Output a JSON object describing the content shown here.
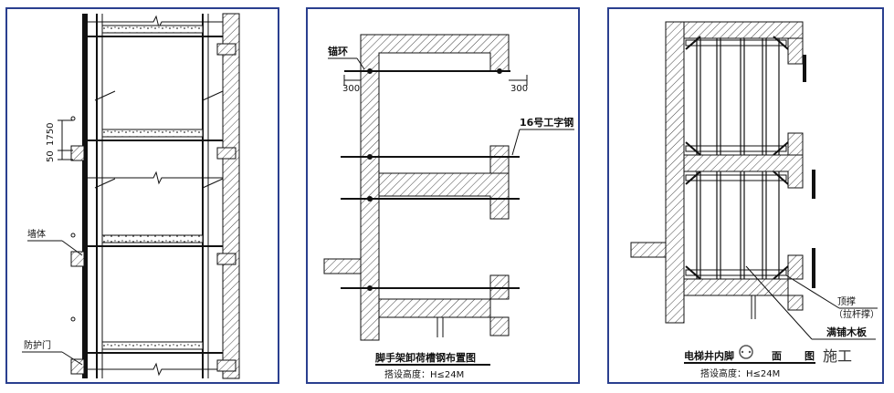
{
  "panel1": {
    "dim_labels": [
      "50",
      "1750"
    ],
    "label_wall": "墙体",
    "label_guard_door": "防护门"
  },
  "panel2": {
    "label_anchor_ring": "锚环",
    "dim_left": "300",
    "dim_right": "300",
    "label_i_beam": "16号工字钢",
    "caption": "脚手架卸荷槽钢布置图",
    "subcaption": "搭设高度：H≤24M"
  },
  "panel3": {
    "label_top_brace": "顶撑",
    "label_top_brace_note": "（拉杆撑）",
    "label_full_board": "满铺木板",
    "caption_visible": "电梯井内脚",
    "caption_tail": "面",
    "caption_end": "图",
    "subcaption": "搭设高度：H≤24M",
    "watermark_text": "施工"
  },
  "colors": {
    "frame": "#2a3f8f",
    "line": "#111111",
    "hatch": "#444444"
  }
}
